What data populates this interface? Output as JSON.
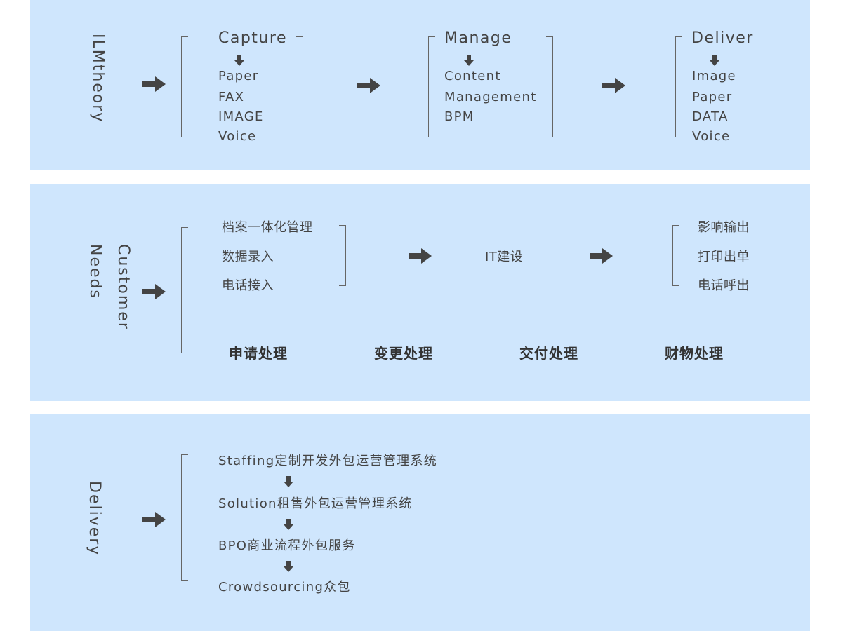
{
  "ilm": {
    "title": "ILMtheory",
    "columns": [
      {
        "title": "Capture",
        "items": [
          "Paper",
          "FAX",
          "IMAGE",
          "Voice"
        ]
      },
      {
        "title": "Manage",
        "items": [
          "Content",
          "Management",
          "BPM"
        ]
      },
      {
        "title": "Deliver",
        "items": [
          "Image",
          "Paper",
          "DATA",
          "Voice"
        ]
      }
    ]
  },
  "needs": {
    "title_line1": "Customer",
    "title_line2": "Needs",
    "inputs": [
      "档案一体化管理",
      "数据录入",
      "电话接入"
    ],
    "center": "IT建设",
    "outputs": [
      "影响输出",
      "打印出单",
      "电话呼出"
    ],
    "processes": [
      "申请处理",
      "变更处理",
      "交付处理",
      "财物处理"
    ]
  },
  "delivery": {
    "title": "Delivery",
    "steps": [
      "Staffing定制开发外包运营管理系统",
      "Solution租售外包运营管理系统",
      "BPO商业流程外包服务",
      "Crowdsourcing众包"
    ]
  },
  "colors": {
    "panel_bg": "#cfe6fd",
    "text": "#444444",
    "arrow": "#444444"
  },
  "icons": {
    "arrow_right": "arrow-right-icon",
    "arrow_down": "arrow-down-icon"
  }
}
